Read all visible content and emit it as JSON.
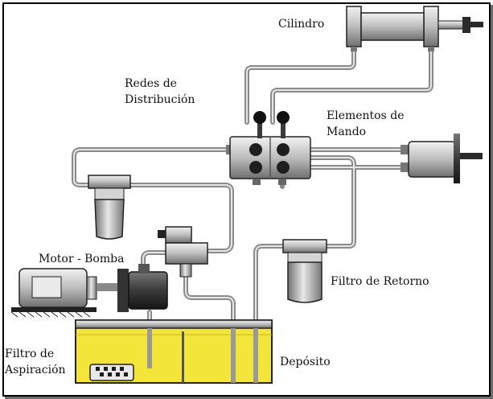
{
  "labels": {
    "cilindro": "Cilindro",
    "redes_line1": "Redes de",
    "redes_line2": "Distribución",
    "elementos_line1": "Elementos de",
    "elementos_line2": "Mando",
    "motor_bomba": "Motor - Bomba",
    "filtro_retorno": "Filtro de Retorno",
    "filtro_aspiracion_line1": "Filtro de",
    "filtro_aspiracion_line2": "Aspiración",
    "deposito": "Depósito"
  },
  "colors": {
    "fluid": "#f3e53a",
    "pipe": "#9a9a9a",
    "pipe_inner": "#e6e6e6",
    "metal": "#b9b9b9",
    "dark": "#1b1b1b"
  },
  "icons": {
    "cylinder": "hydraulic-cylinder-icon",
    "motor": "electric-motor-icon",
    "pump": "pump-icon",
    "valve": "directional-control-valve-icon",
    "actuator": "rotary-actuator-icon",
    "return_filter": "return-filter-icon",
    "suction_filter": "suction-filter-icon",
    "tank": "reservoir-tank-icon"
  }
}
